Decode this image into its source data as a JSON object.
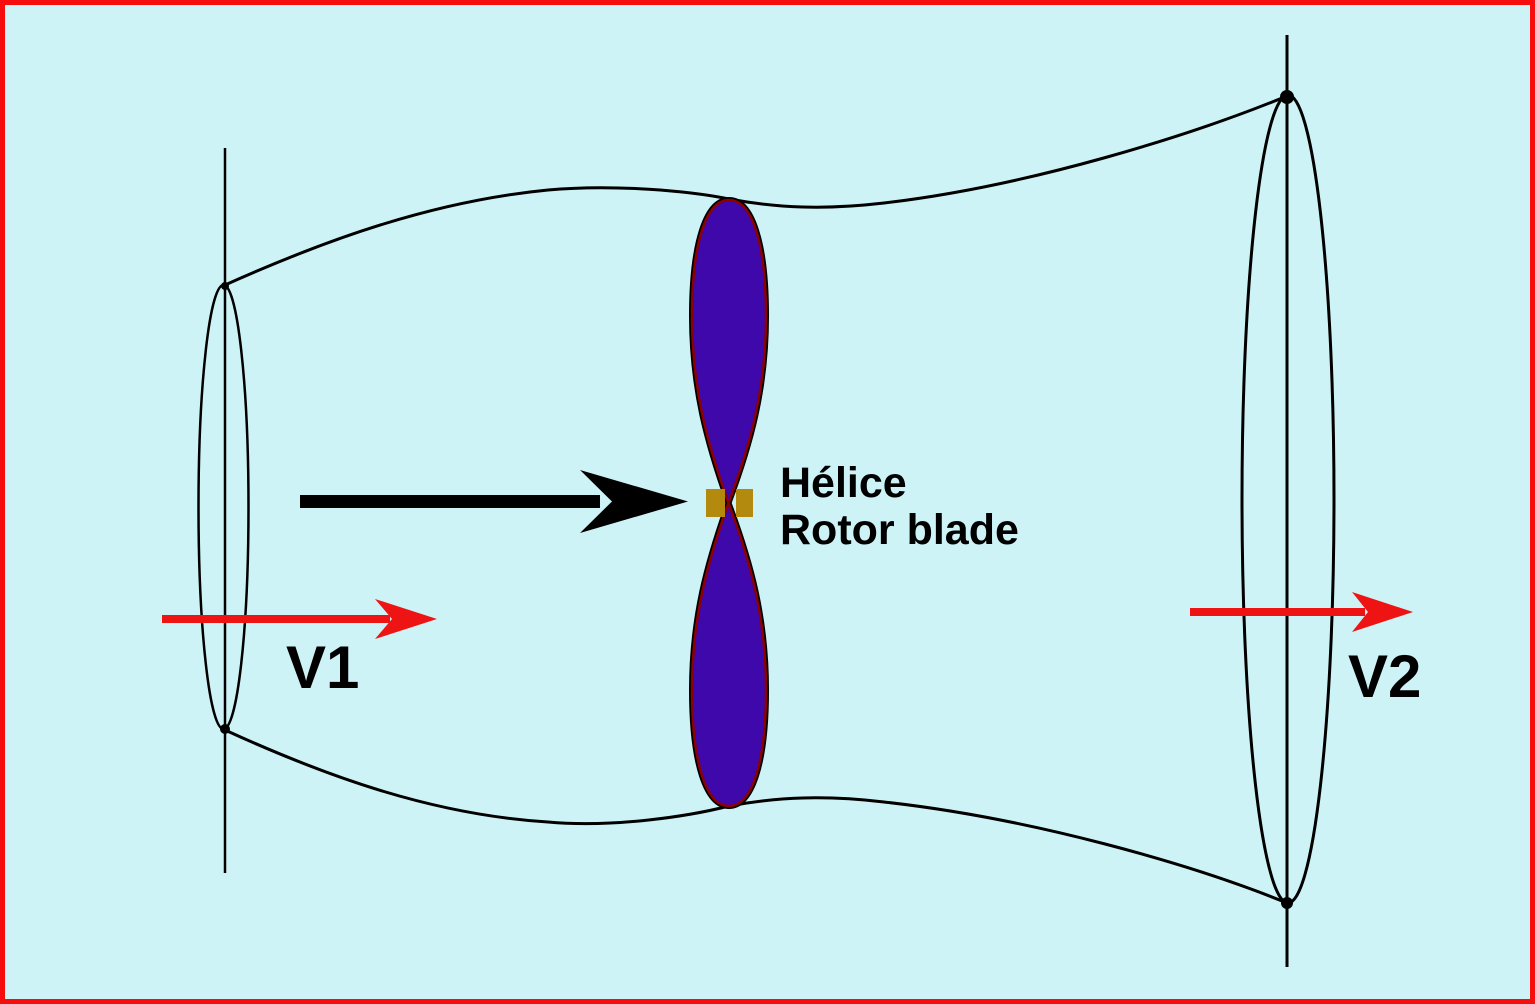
{
  "diagram": {
    "labels": {
      "rotor_line1": "Hélice",
      "rotor_line2": "Rotor blade",
      "inlet_velocity": "V1",
      "outlet_velocity": "V2"
    },
    "colors": {
      "background": "#cdf3f7",
      "frame_border": "#f60d0d",
      "velocity_arrow_red": "#ee1414",
      "flow_arrow_black": "#000000",
      "blade_fill_purple": "#3e08ab",
      "blade_outline_dark_red": "#8b0000",
      "hub_gold": "#b3890e",
      "line_black": "#000000"
    }
  }
}
